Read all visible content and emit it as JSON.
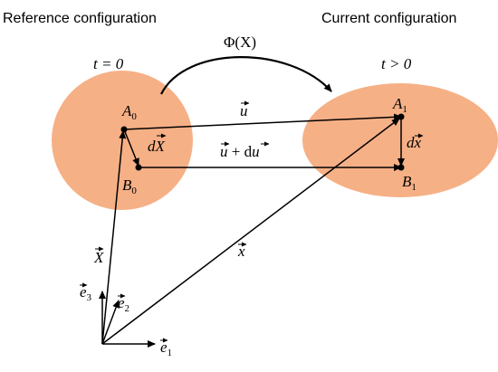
{
  "headings": {
    "reference": "Reference configuration",
    "current": "Current configuration"
  },
  "times": {
    "reference": "t = 0",
    "current": "t > 0"
  },
  "mapping": {
    "label": "Φ(X)"
  },
  "points": {
    "a0": {
      "base": "A",
      "sub": "0"
    },
    "b0": {
      "base": "B",
      "sub": "0"
    },
    "a1": {
      "base": "A",
      "sub": "1"
    },
    "b1": {
      "base": "B",
      "sub": "1"
    }
  },
  "vectors": {
    "u": "u",
    "u_du_base": "u",
    "u_du_op": " + d",
    "u_du_tail": "u",
    "dX_prefix": "d",
    "dX_base": "X",
    "dx_prefix": "d",
    "dx_base": "x",
    "X": "X",
    "x": "x"
  },
  "basis": {
    "e1": {
      "base": "e",
      "sub": "1"
    },
    "e2": {
      "base": "e",
      "sub": "2"
    },
    "e3": {
      "base": "e",
      "sub": "3"
    }
  },
  "colors": {
    "body_fill": "#F6B086",
    "ink": "#000000"
  }
}
